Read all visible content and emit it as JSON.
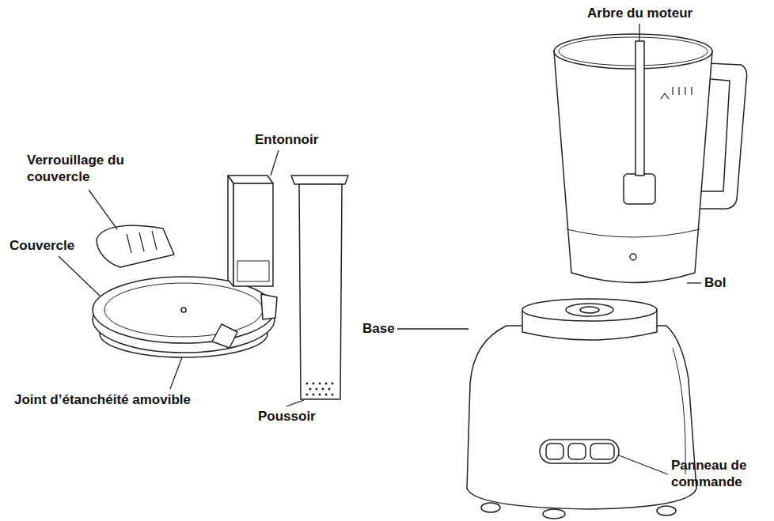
{
  "diagram": {
    "labels": [
      "Arbre du moteur",
      "Entonnoir",
      "Verrouillage du couvercle",
      "Couvercle",
      "Bol",
      "Base",
      "Joint d’étanchéité amovible",
      "Poussoir",
      "Panneau de commande"
    ]
  }
}
